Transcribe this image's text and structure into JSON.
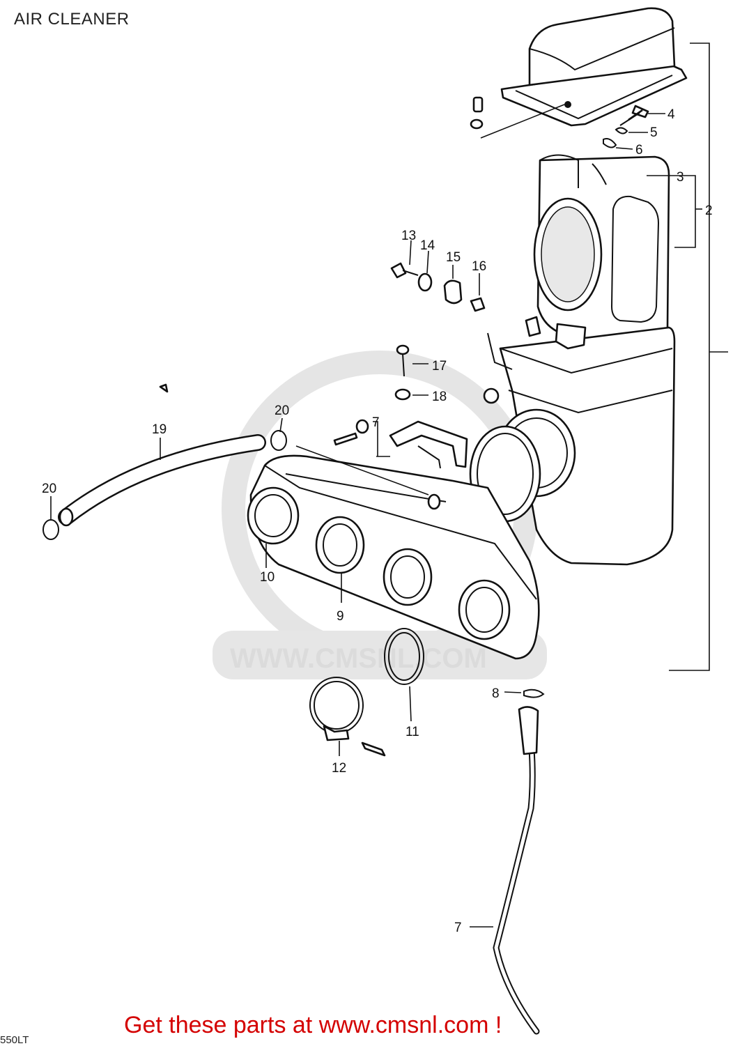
{
  "title": "AIR CLEANER",
  "footer": "Get these parts at www.cmsnl.com !",
  "model_code": "550LT",
  "watermark": "WWW.CMSNL.COM",
  "callouts": [
    "2",
    "3",
    "4",
    "5",
    "6",
    "7",
    "7",
    "8",
    "9",
    "10",
    "11",
    "12",
    "13",
    "14",
    "15",
    "16",
    "17",
    "18",
    "19",
    "20",
    "20"
  ],
  "colors": {
    "footer_text": "#d40000",
    "line_art": "#111111",
    "watermark": "#d8d8d8"
  }
}
